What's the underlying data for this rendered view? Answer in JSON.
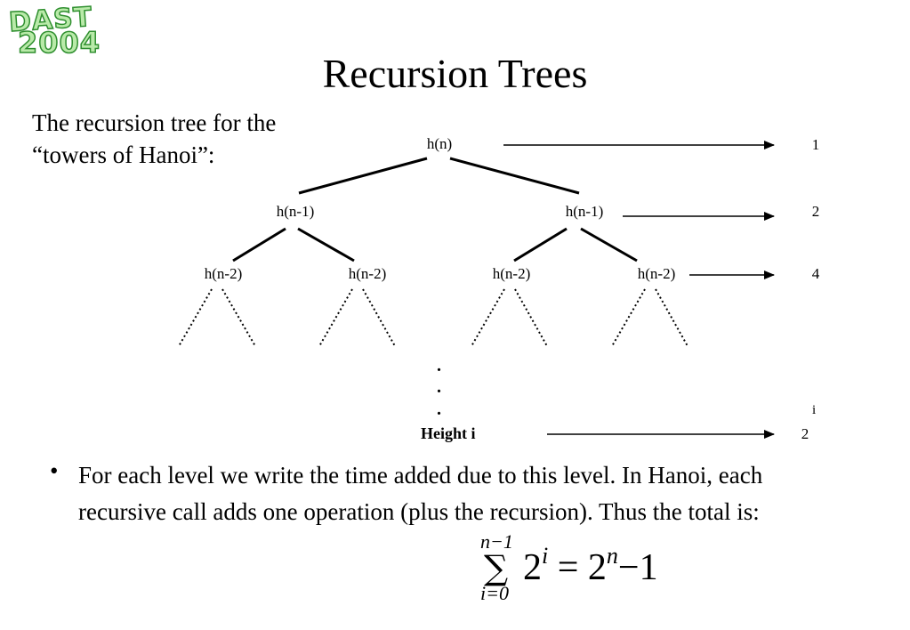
{
  "logo": {
    "line1": "DAST",
    "line2": "2004"
  },
  "title": "Recursion Trees",
  "intro": "The recursion tree for the\n“towers of Hanoi”:",
  "tree": {
    "root": "h(n)",
    "level1": [
      "h(n-1)",
      "h(n-1)"
    ],
    "level2": [
      "h(n-2)",
      "h(n-2)",
      "h(n-2)",
      "h(n-2)"
    ],
    "ellipsis": [
      ".",
      ".",
      "."
    ],
    "bottom_label": "Height i"
  },
  "level_counts": [
    "1",
    "2",
    "4"
  ],
  "last_count": {
    "base": "2",
    "exponent": "i"
  },
  "bullet": {
    "mark": "•",
    "text": "For each level we write the time added due to this level. In Hanoi, each recursive call adds one operation (plus the recursion). Thus the total is:"
  },
  "formula": {
    "sum_upper": "n−1",
    "sum_symbol": "∑",
    "sum_lower": "i=0",
    "term_base": "2",
    "term_exp": "i",
    "equals": "=",
    "rhs_base": "2",
    "rhs_exp": "n",
    "rhs_tail": "−1"
  },
  "colors": {
    "logo_fill": "#b9eaa9",
    "logo_stroke": "#2f8f2f",
    "ink": "#000000"
  }
}
